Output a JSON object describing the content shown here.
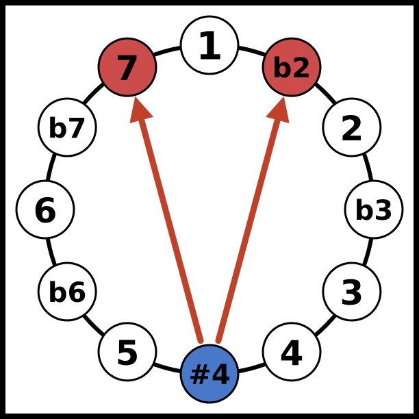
{
  "diagram": {
    "notes": [
      {
        "label": "1",
        "state": "normal"
      },
      {
        "label": "b2",
        "state": "target"
      },
      {
        "label": "2",
        "state": "normal"
      },
      {
        "label": "b3",
        "state": "normal"
      },
      {
        "label": "3",
        "state": "normal"
      },
      {
        "label": "4",
        "state": "normal"
      },
      {
        "label": "#4",
        "state": "source"
      },
      {
        "label": "5",
        "state": "normal"
      },
      {
        "label": "b6",
        "state": "normal"
      },
      {
        "label": "6",
        "state": "normal"
      },
      {
        "label": "b7",
        "state": "normal"
      },
      {
        "label": "7",
        "state": "target"
      }
    ],
    "arrows": [
      {
        "from": "#4",
        "to": "7"
      },
      {
        "from": "#4",
        "to": "b2"
      }
    ],
    "colors": {
      "normal_fill": "#ffffff",
      "target_fill": "#cc4b4b",
      "source_fill": "#4a78c8",
      "arrow": "#c0402a",
      "outline": "#000000",
      "frame": "#000000"
    }
  }
}
